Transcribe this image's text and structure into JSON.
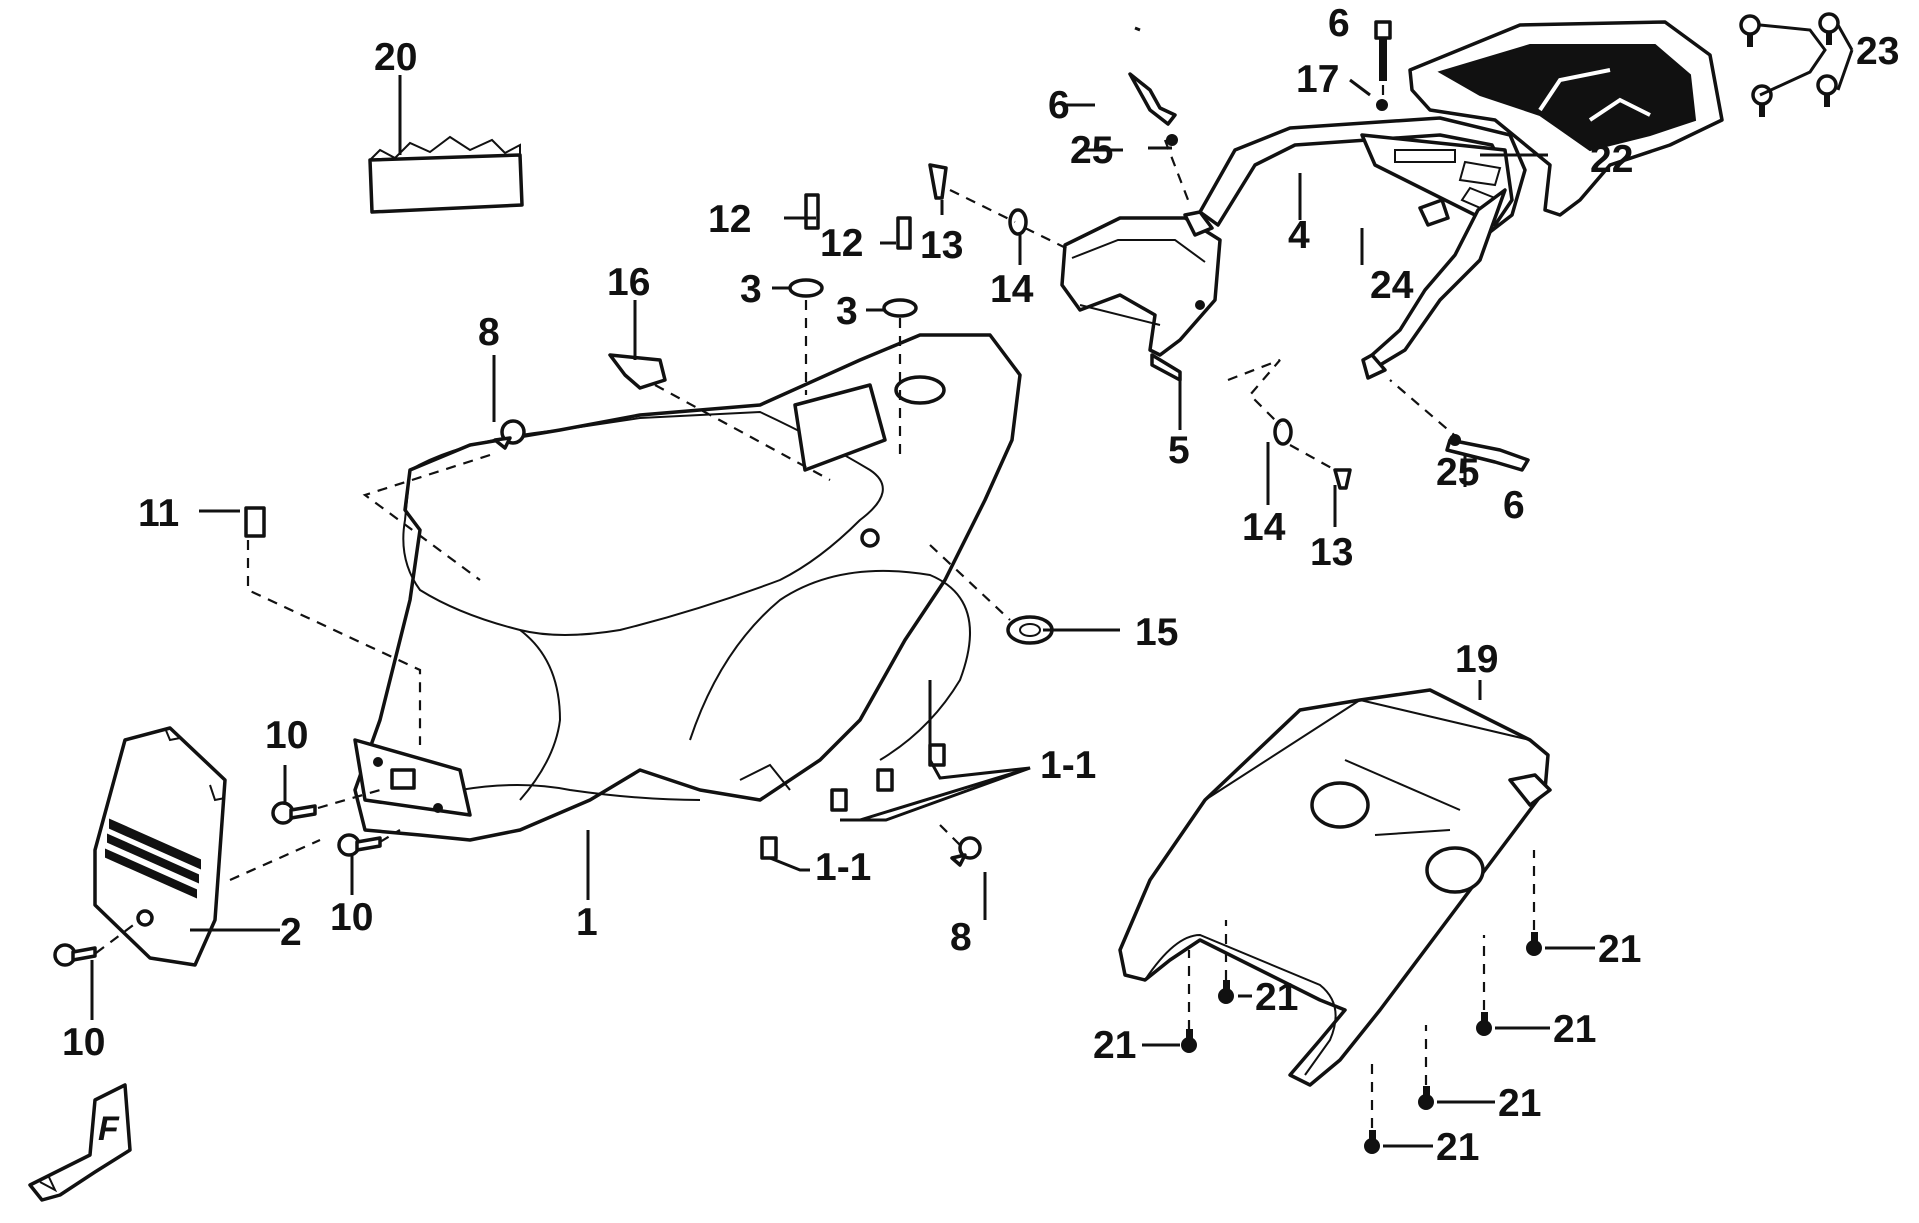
{
  "labels": {
    "l1": "1",
    "l1_1a": "1-1",
    "l1_1b": "1-1",
    "l2": "2",
    "l3a": "3",
    "l3b": "3",
    "l4": "4",
    "l5": "5",
    "l6a": "6",
    "l6b": "6",
    "l6c": "6",
    "l8a": "8",
    "l8b": "8",
    "l10a": "10",
    "l10b": "10",
    "l10c": "10",
    "l11": "11",
    "l12a": "12",
    "l12b": "12",
    "l13a": "13",
    "l13b": "13",
    "l14a": "14",
    "l14b": "14",
    "l15": "15",
    "l16": "16",
    "l17": "17",
    "l19": "19",
    "l20": "20",
    "l21a": "21",
    "l21b": "21",
    "l21c": "21",
    "l21d": "21",
    "l21e": "21",
    "l21f": "21",
    "l22": "22",
    "l23": "23",
    "l24": "24",
    "l25a": "25",
    "l25b": "25",
    "front_mark": "F"
  }
}
